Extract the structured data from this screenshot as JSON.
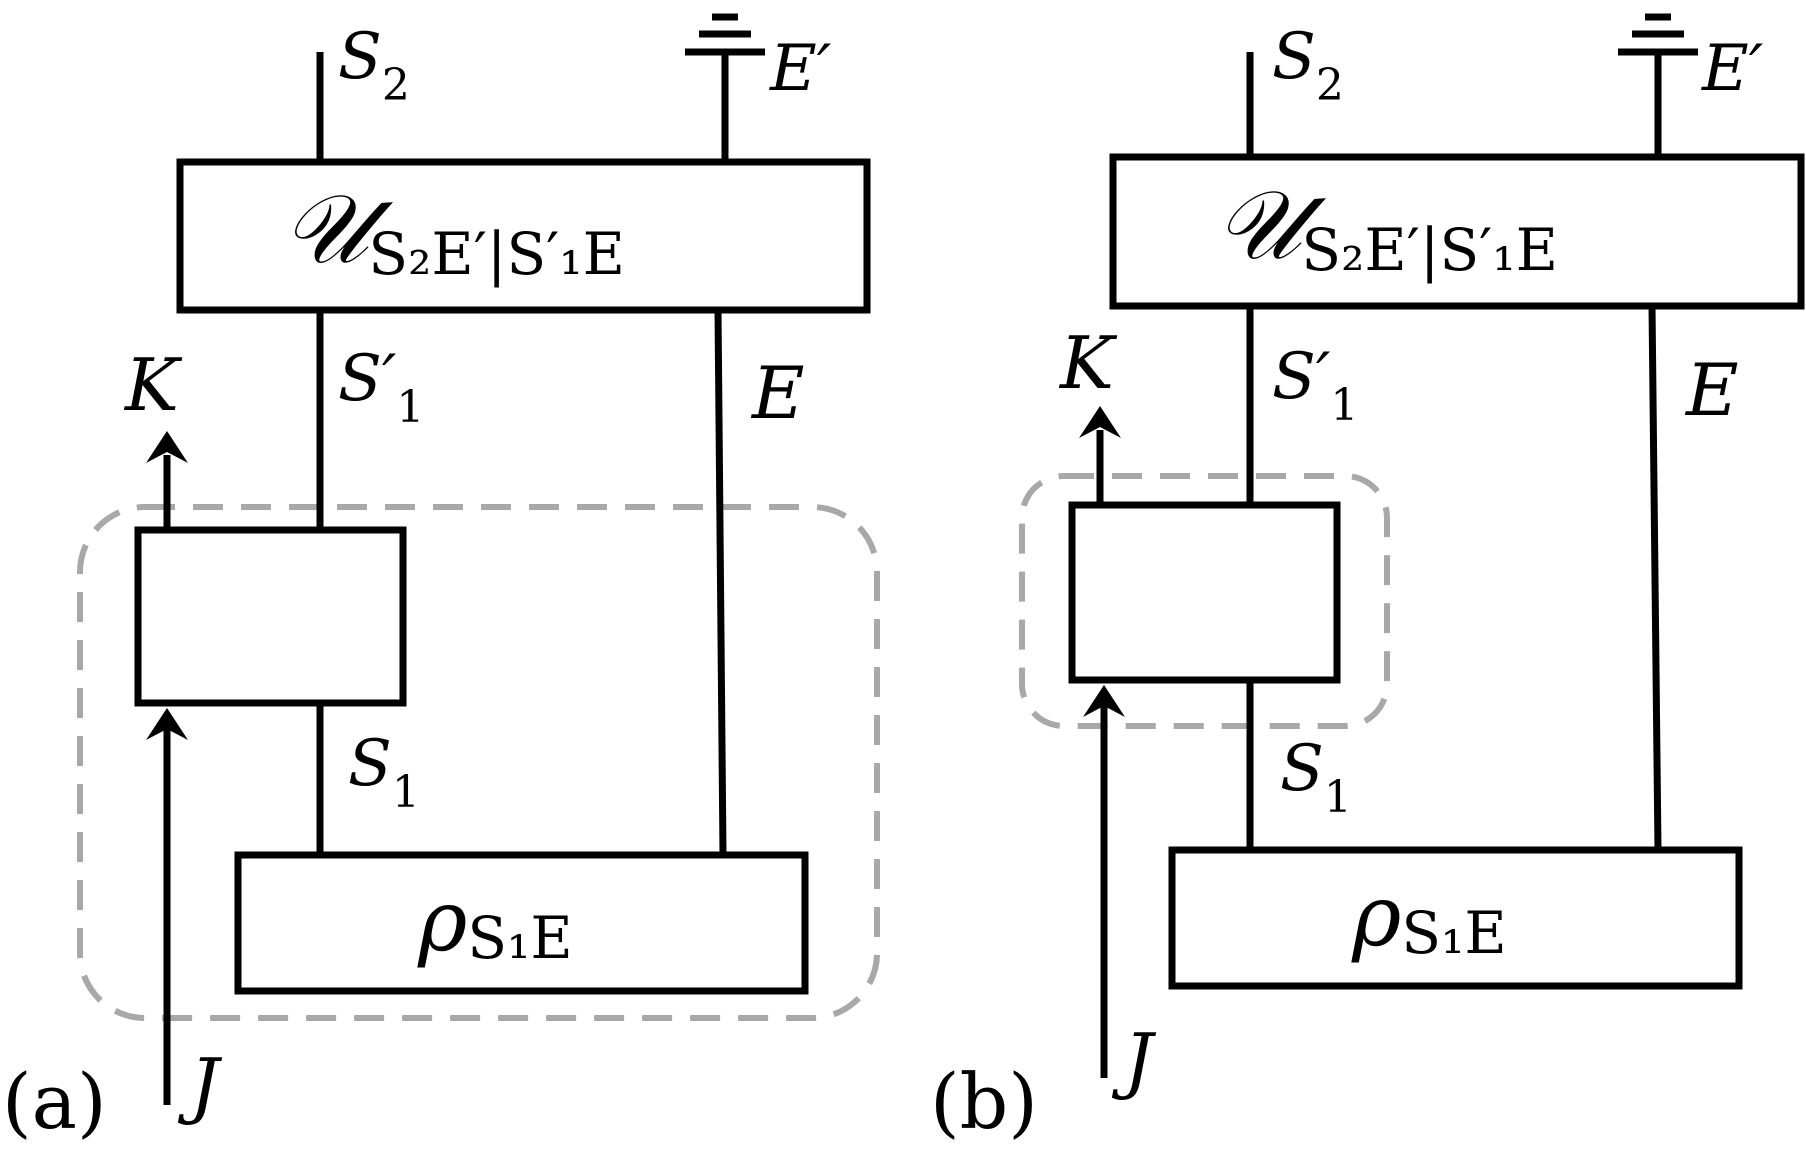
{
  "panels": [
    {
      "id": "a",
      "panel_label": "(a)",
      "wire_labels": {
        "s2": {
          "base": "S",
          "sub": "2"
        },
        "eprime": {
          "base": "E′"
        },
        "s1prime": {
          "base": "S′",
          "sub": "1"
        },
        "e": {
          "base": "E"
        },
        "s1": {
          "base": "S",
          "sub": "1"
        },
        "k": {
          "base": "K"
        },
        "j": {
          "base": "J"
        }
      },
      "unitary_box": {
        "symbol": "𝒰",
        "subscript": "S₂E′|S′₁E"
      },
      "state_box": {
        "symbol": "ρ",
        "subscript": "S₁E"
      }
    },
    {
      "id": "b",
      "panel_label": "(b)",
      "wire_labels": {
        "s2": {
          "base": "S",
          "sub": "2"
        },
        "eprime": {
          "base": "E′"
        },
        "s1prime": {
          "base": "S′",
          "sub": "1"
        },
        "e": {
          "base": "E"
        },
        "s1": {
          "base": "S",
          "sub": "1"
        },
        "k": {
          "base": "K"
        },
        "j": {
          "base": "J"
        }
      },
      "unitary_box": {
        "symbol": "𝒰",
        "subscript": "S₂E′|S′₁E"
      },
      "state_box": {
        "symbol": "ρ",
        "subscript": "S₁E"
      }
    }
  ],
  "colors": {
    "ink": "#000000",
    "dashed_region": "#a8a8a8",
    "background": "#ffffff"
  }
}
